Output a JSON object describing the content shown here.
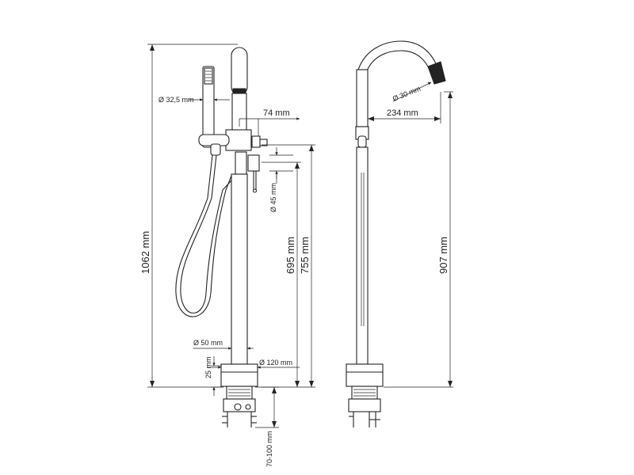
{
  "labels": {
    "d_hand_shower": "Ø 32,5 mm",
    "spout_offset": "74 mm",
    "d_mixer": "Ø 45 mm",
    "total_height": "1062 mm",
    "h_695": "695 mm",
    "h_755": "755 mm",
    "d_column": "Ø 50 mm",
    "base_height": "25 mm",
    "d_base": "Ø 120 mm",
    "install_depth": "70-100 mm",
    "d_spout": "Ø 30 mm",
    "spout_reach": "234 mm",
    "side_height": "907 mm"
  },
  "colors": {
    "line": "#222222",
    "background": "#ffffff"
  }
}
